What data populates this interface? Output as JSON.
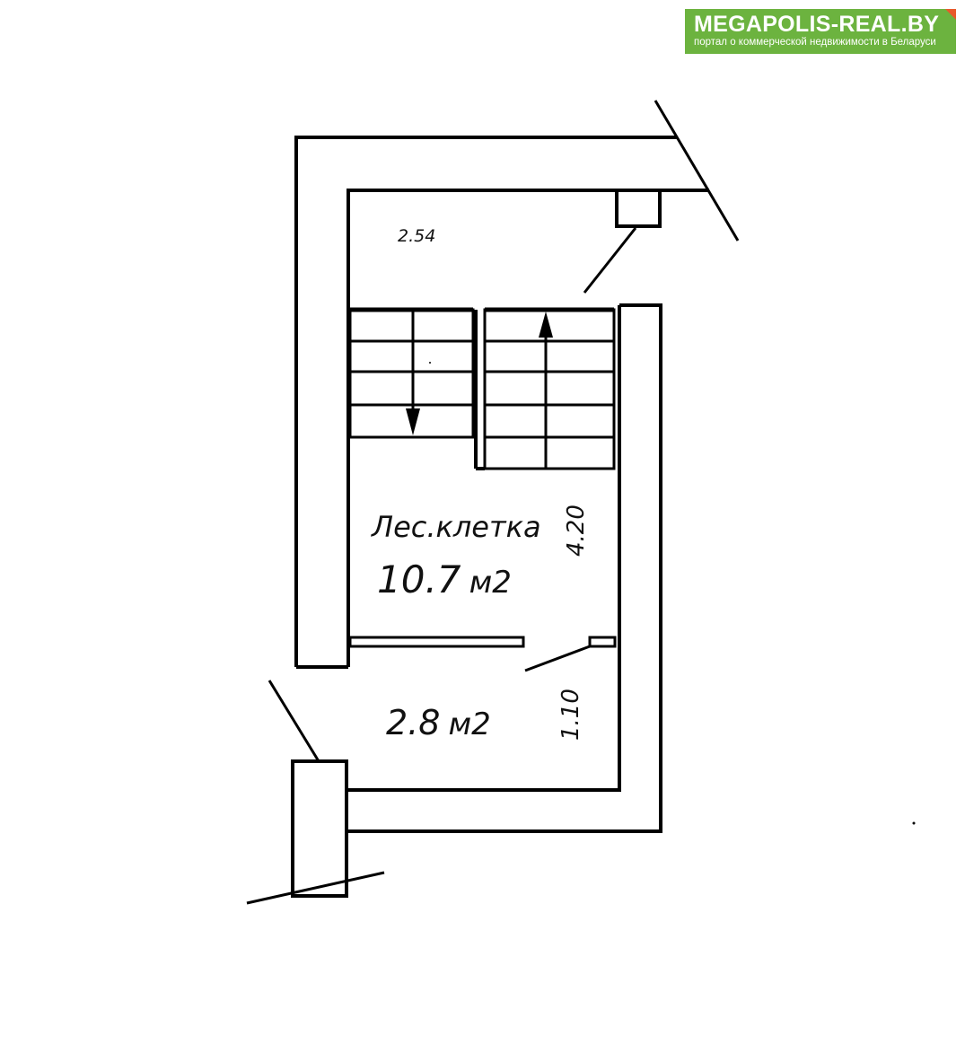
{
  "logo": {
    "name": "MEGAPOLIS-REAL.BY",
    "tagline": "портал о коммерческой недвижимости в Беларуси",
    "color": "#6cb33f",
    "accent": "#e8592a"
  },
  "plan": {
    "room_main_name": "Лес.клетка",
    "room_main_area": "10.7",
    "room_small_area": "2.8",
    "area_unit": "м2",
    "dim_top": "2.54",
    "dim_main_height": "4.20",
    "dim_small_height": "1.10"
  }
}
